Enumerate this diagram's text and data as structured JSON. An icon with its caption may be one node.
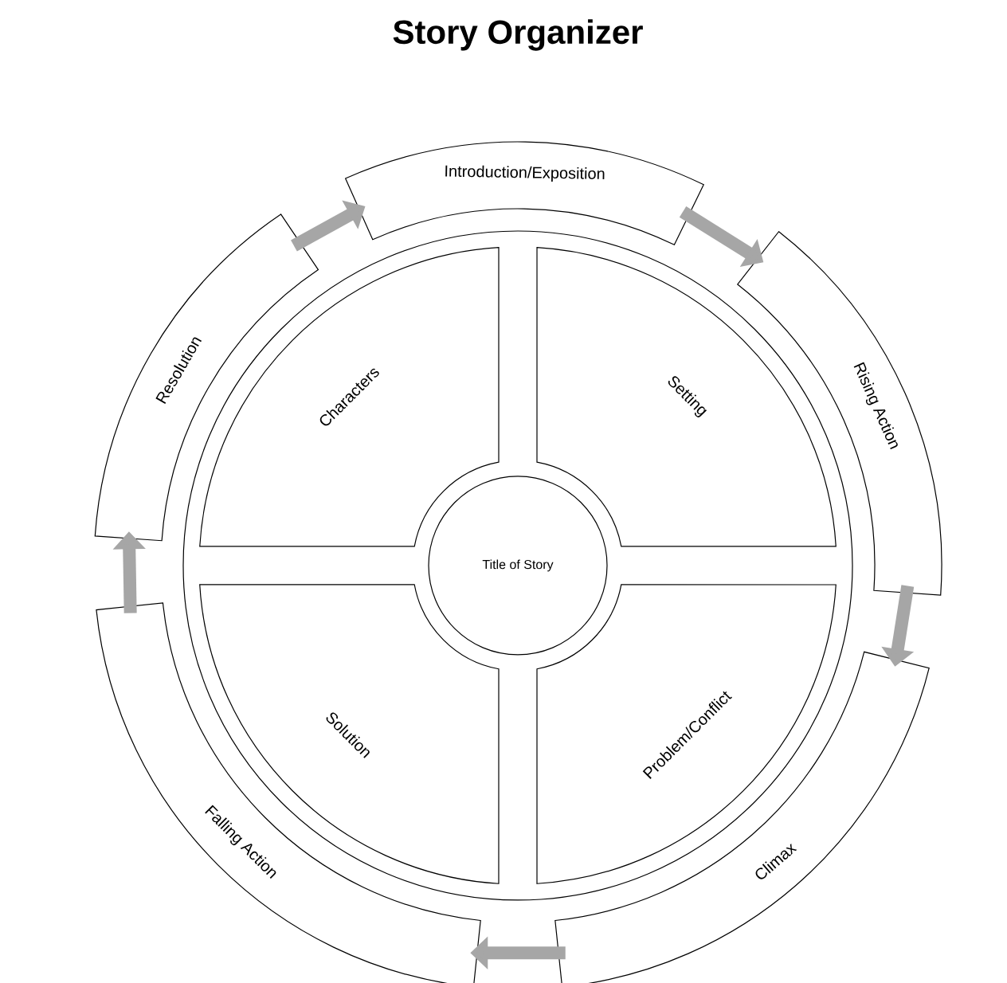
{
  "diagram": {
    "title": "Story Organizer",
    "nodes": [
      {
        "text": [
          "Introduction/Exposition"
        ]
      },
      {
        "text": [
          "Rising Action"
        ]
      },
      {
        "text": [
          "Climax"
        ]
      },
      {
        "text": [
          "Falling Action"
        ]
      },
      {
        "text": [
          "Resolution"
        ]
      },
      {
        "text": [
          "Characters"
        ]
      },
      {
        "text": [
          "Setting"
        ]
      },
      {
        "text": [
          "Solution"
        ]
      },
      {
        "text": [
          "Problem/Conflict"
        ]
      },
      {
        "text": [
          "Title of Story"
        ]
      }
    ],
    "edges": [
      {
        "from": 0,
        "to": 1,
        "arrow": "to"
      },
      {
        "from": 1,
        "to": 2,
        "arrow": "to"
      },
      {
        "from": 2,
        "to": 3,
        "arrow": "to"
      },
      {
        "from": 3,
        "to": 4,
        "arrow": "to"
      },
      {
        "from": 4,
        "to": 0,
        "arrow": "to"
      }
    ]
  }
}
